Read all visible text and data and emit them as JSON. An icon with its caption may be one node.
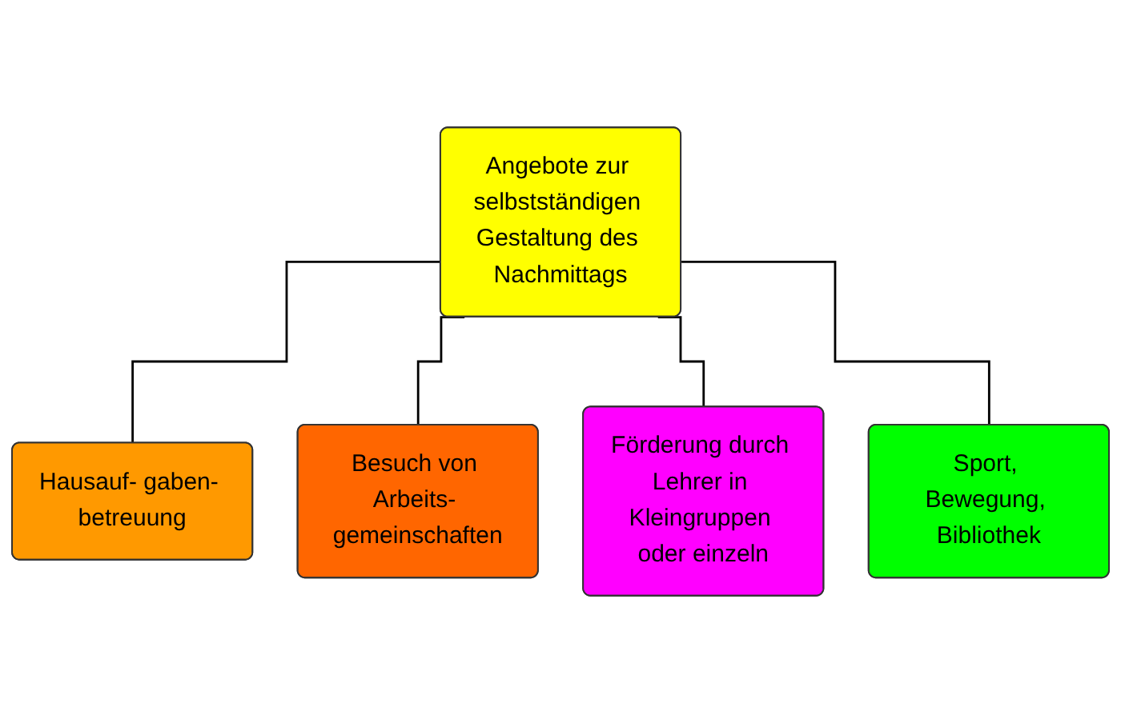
{
  "diagram": {
    "nodes": [
      {
        "text": [
          "Angebote zur selbstständigen Gestaltung des Nachmittags"
        ]
      },
      {
        "text": [
          "Hausauf- gaben- betreuung"
        ]
      },
      {
        "text": [
          "Besuch von Arbeits- gemeinschaften"
        ]
      },
      {
        "text": [
          "Förderung durch Lehrer in Kleingruppen oder einzeln"
        ]
      },
      {
        "text": [
          "Sport, Bewegung, Bibliothek"
        ]
      }
    ],
    "edges": [
      {
        "from": 0,
        "to": 1,
        "arrow": "none"
      },
      {
        "from": 0,
        "to": 2,
        "arrow": "none"
      },
      {
        "from": 0,
        "to": 3,
        "arrow": "none"
      },
      {
        "from": 0,
        "to": 4,
        "arrow": "none"
      }
    ]
  }
}
